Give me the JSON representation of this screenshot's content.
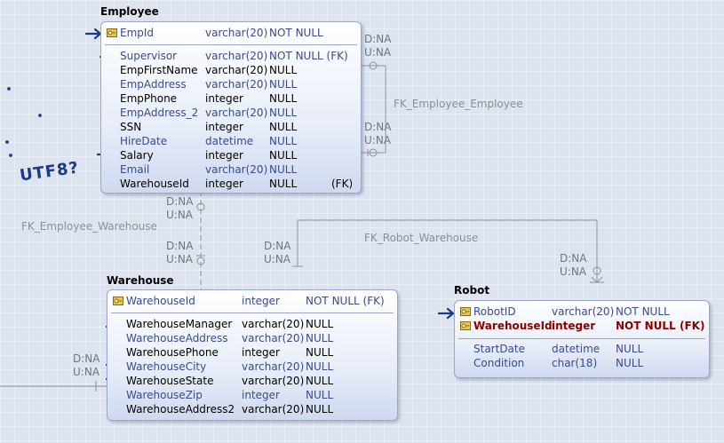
{
  "employee": {
    "title": "Employee",
    "pk_rows": [
      {
        "name": "EmpId",
        "type": "varchar(20)",
        "null": "NOT NULL",
        "fk": ""
      }
    ],
    "rows": [
      {
        "name": "Supervisor",
        "type": "varchar(20)",
        "null": "NOT NULL (FK)",
        "fk": ""
      },
      {
        "name": "EmpFirstName",
        "type": "varchar(20)",
        "null": "NULL",
        "fk": ""
      },
      {
        "name": "EmpAddress",
        "type": "varchar(20)",
        "null": "NULL",
        "fk": ""
      },
      {
        "name": "EmpPhone",
        "type": "integer",
        "null": "NULL",
        "fk": ""
      },
      {
        "name": "EmpAddress_2",
        "type": "varchar(20)",
        "null": "NULL",
        "fk": ""
      },
      {
        "name": "SSN",
        "type": "integer",
        "null": "NULL",
        "fk": ""
      },
      {
        "name": "HireDate",
        "type": "datetime",
        "null": "NULL",
        "fk": ""
      },
      {
        "name": "Salary",
        "type": "integer",
        "null": "NULL",
        "fk": ""
      },
      {
        "name": "Email",
        "type": "varchar(20)",
        "null": "NULL",
        "fk": ""
      },
      {
        "name": "WarehouseId",
        "type": "integer",
        "null": "NULL",
        "fk": "(FK)"
      }
    ]
  },
  "warehouse": {
    "title": "Warehouse",
    "pk_rows": [
      {
        "name": "WarehouseId",
        "type": "integer",
        "null": "NOT NULL (FK)"
      }
    ],
    "rows": [
      {
        "name": "WarehouseManager",
        "type": "varchar(20)",
        "null": "NULL"
      },
      {
        "name": "WarehouseAddress",
        "type": "varchar(20)",
        "null": "NULL"
      },
      {
        "name": "WarehousePhone",
        "type": "integer",
        "null": "NULL"
      },
      {
        "name": "WarehouseCity",
        "type": "varchar(20)",
        "null": "NULL"
      },
      {
        "name": "WarehouseState",
        "type": "varchar(20)",
        "null": "NULL"
      },
      {
        "name": "WarehouseZip",
        "type": "integer",
        "null": "NULL"
      },
      {
        "name": "WarehouseAddress2",
        "type": "varchar(20)",
        "null": "NULL"
      }
    ]
  },
  "robot": {
    "title": "Robot",
    "pk_rows": [
      {
        "name": "RobotID",
        "type": "varchar(20)",
        "null": "NOT NULL",
        "fk": ""
      },
      {
        "name": "WarehouseId",
        "type": "integer",
        "null": "NOT NULL",
        "fk": "(FK)"
      }
    ],
    "rows": [
      {
        "name": "StartDate",
        "type": "datetime",
        "null": "NULL"
      },
      {
        "name": "Condition",
        "type": "char(18)",
        "null": "NULL"
      }
    ]
  },
  "relationships": {
    "emp_emp": "FK_Employee_Employee",
    "emp_wh": "FK_Employee_Warehouse",
    "robot_wh": "FK_Robot_Warehouse"
  },
  "cardinality": {
    "dna": "D:NA",
    "una": "U:NA"
  },
  "annotation": {
    "handwritten": "UTF8?"
  }
}
